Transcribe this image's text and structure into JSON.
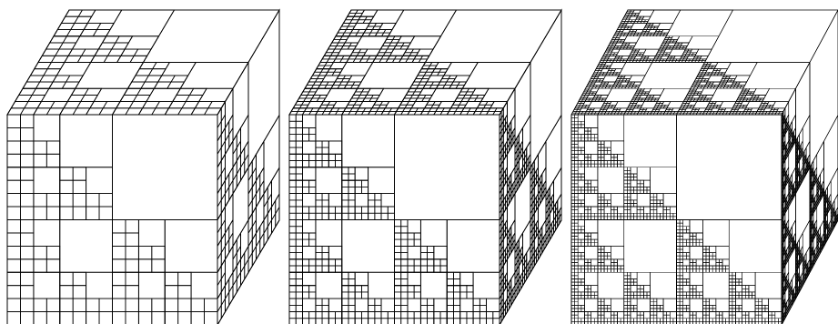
{
  "figure": {
    "description_hidden": false,
    "panels": [
      {
        "name": "cube-level-1",
        "grid_depth": 4
      },
      {
        "name": "cube-level-2",
        "grid_depth": 5
      },
      {
        "name": "cube-level-3",
        "grid_depth": 6
      }
    ],
    "colors": {
      "line": "#000000",
      "background": "#ffffff"
    }
  }
}
